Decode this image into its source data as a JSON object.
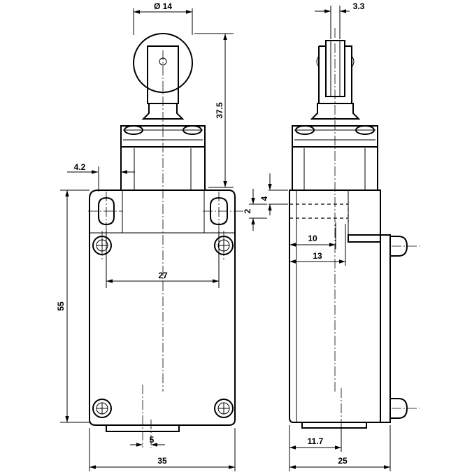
{
  "dimensions": {
    "roller_diameter": "Ø 14",
    "actuator_height": "37.5",
    "slot_offset": "4.2",
    "mount_spacing": "27",
    "body_height": "55",
    "bottom_slot": "5",
    "body_width": "35",
    "roller_width": "3.3",
    "slot_top": "4",
    "slot_height": "2",
    "lever_a": "10",
    "lever_b": "13",
    "cover_offset": "11.7",
    "body_depth": "25"
  }
}
